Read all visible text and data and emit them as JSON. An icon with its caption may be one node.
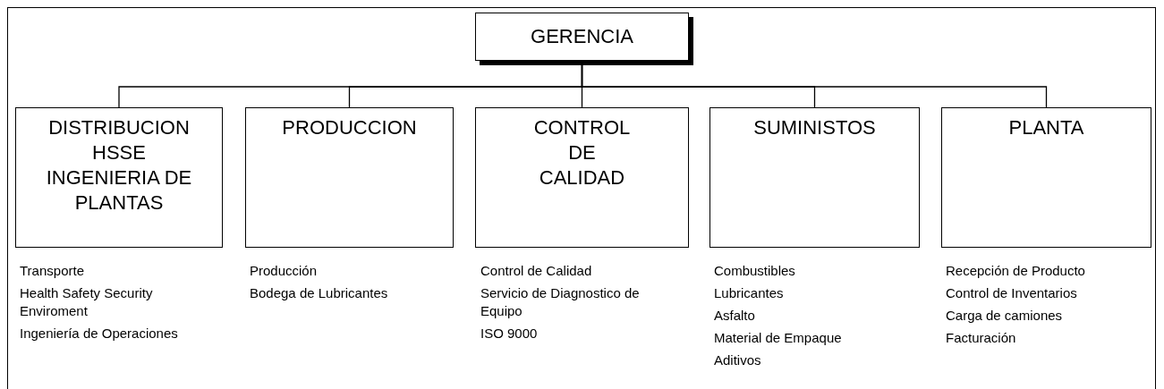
{
  "diagram": {
    "nodes": [
      {
        "text": [
          "GERENCIA"
        ]
      },
      {
        "text": [
          "DISTRIBUCION HSSE INGENIERIA DE PLANTAS"
        ],
        "beside": [
          "Transporte",
          "Health Safety Security Enviroment",
          "Ingeniería de Operaciones"
        ]
      },
      {
        "text": [
          "PRODUCCION"
        ],
        "beside": [
          "Producción",
          "Bodega de Lubricantes"
        ]
      },
      {
        "text": [
          "CONTROL DE CALIDAD"
        ],
        "beside": [
          "Control de Calidad",
          "Servicio de Diagnostico de Equipo",
          "ISO 9000"
        ]
      },
      {
        "text": [
          "SUMINISTOS"
        ],
        "beside": [
          "Combustibles",
          "Lubricantes",
          "Asfalto",
          "Material de Empaque",
          "Aditivos"
        ]
      },
      {
        "text": [
          "PLANTA"
        ],
        "beside": [
          "Recepción de Producto",
          "Control de Inventarios",
          "Carga de camiones",
          "Facturación"
        ]
      }
    ],
    "edges": [
      {
        "from": 0,
        "to": 1,
        "arrow": "none"
      },
      {
        "from": 0,
        "to": 2,
        "arrow": "none"
      },
      {
        "from": 0,
        "to": 3,
        "arrow": "none"
      },
      {
        "from": 0,
        "to": 4,
        "arrow": "none"
      },
      {
        "from": 0,
        "to": 5,
        "arrow": "none"
      }
    ]
  }
}
